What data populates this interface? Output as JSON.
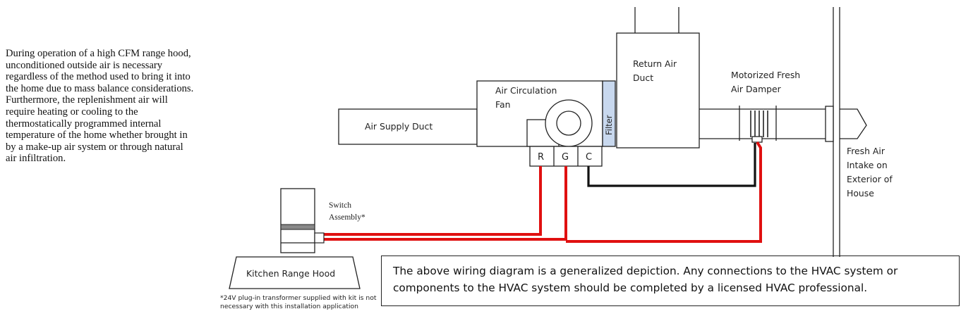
{
  "intro_text": "During operation of a high CFM range hood, unconditioned outside air is necessary regardless of the method used to bring it into the home due to mass balance considerations.  Furthermore, the replenishment air will require heating or cooling to the thermostatically programmed internal temperature of the home whether brought in by a make-up air system or through natural air infiltration.",
  "labels": {
    "air_supply_duct": "Air  Supply Duct",
    "air_circulation_fan_line1": "Air Circulation",
    "air_circulation_fan_line2": "Fan",
    "filter": "Filter",
    "return_air_duct_line1": "Return Air",
    "return_air_duct_line2": "Duct",
    "damper_line1": "Motorized Fresh",
    "damper_line2": "Air  Damper",
    "fresh_air_line1": "Fresh Air",
    "fresh_air_line2": "Intake on",
    "fresh_air_line3": "Exterior of",
    "fresh_air_line4": "House",
    "switch_line1": "Switch",
    "switch_line2": "Assembly*",
    "range_hood": "Kitchen Range Hood",
    "terminal_r": "R",
    "terminal_g": "G",
    "terminal_c": "C"
  },
  "footnote": "*24V plug-in transformer supplied with kit is not necessary with this installation application",
  "disclaimer": "The above wiring diagram is a generalized depiction.  Any connections to the HVAC system or components to the HVAC system should be completed by a licensed HVAC professional.",
  "colors": {
    "hot_wire": "#e01010",
    "common_wire": "#111111",
    "filter_fill": "#c8d8ee"
  }
}
